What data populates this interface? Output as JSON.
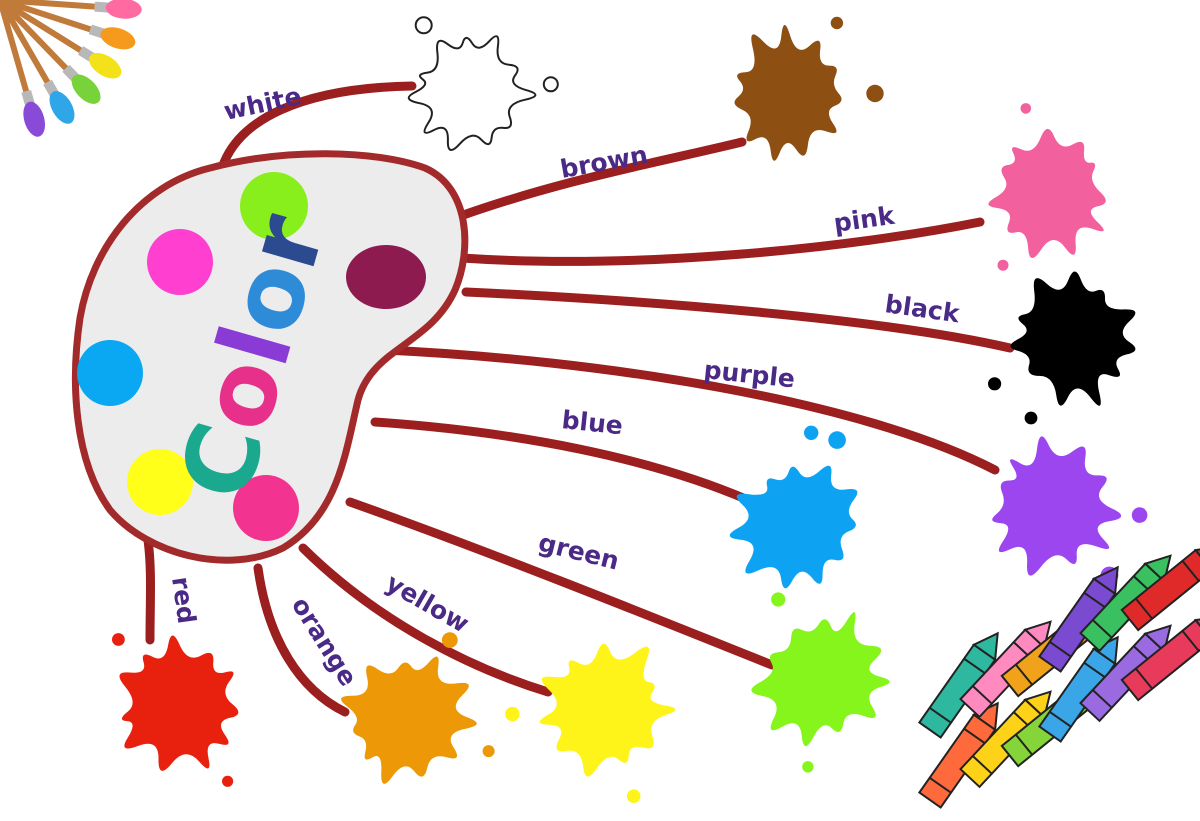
{
  "title": {
    "text": "Color",
    "letter_colors": [
      "#1aa88e",
      "#e6308a",
      "#8a3bd6",
      "#2e8bd8",
      "#2c4a8f"
    ]
  },
  "palette": {
    "fill": "#ececec",
    "border": "#a32a2a",
    "dots": [
      "#ff3fd0",
      "#88ef1c",
      "#8e1b4f",
      "#0aa8f2",
      "#ffff1a",
      "#f2338f"
    ]
  },
  "connector_color": "#9c1f1f",
  "label_color": "#4a2a86",
  "colors": [
    {
      "name": "white",
      "hex": "#ffffff"
    },
    {
      "name": "brown",
      "hex": "#8d4f12"
    },
    {
      "name": "pink",
      "hex": "#f2609e"
    },
    {
      "name": "black",
      "hex": "#000000"
    },
    {
      "name": "purple",
      "hex": "#9b46ef"
    },
    {
      "name": "blue",
      "hex": "#0ea3f2"
    },
    {
      "name": "green",
      "hex": "#86f51b"
    },
    {
      "name": "yellow",
      "hex": "#fff41a"
    },
    {
      "name": "orange",
      "hex": "#ec9807"
    },
    {
      "name": "red",
      "hex": "#e8210f"
    }
  ],
  "decorations": [
    "paintbrushes-icon",
    "crayons-icon"
  ]
}
